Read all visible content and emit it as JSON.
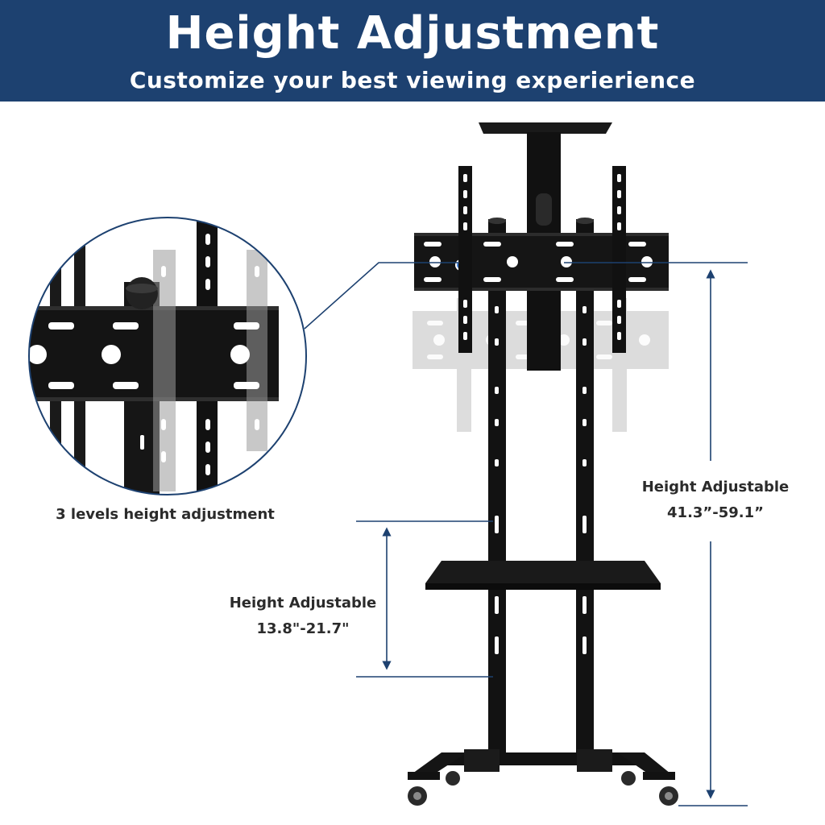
{
  "banner": {
    "title": "Height Adjustment",
    "subtitle": "Customize your best viewing experierience",
    "background_color": "#1d4170"
  },
  "zoom_detail": {
    "caption": "3 levels height adjustment"
  },
  "main_height": {
    "label": "Height Adjustable",
    "value": "41.3”-59.1”"
  },
  "shelf_height": {
    "label": "Height Adjustable",
    "value": "13.8\"-21.7\""
  },
  "colors": {
    "accent_navy": "#1d4170",
    "hardware_black": "#111111",
    "ghost_gray": "#d4d4d4"
  }
}
